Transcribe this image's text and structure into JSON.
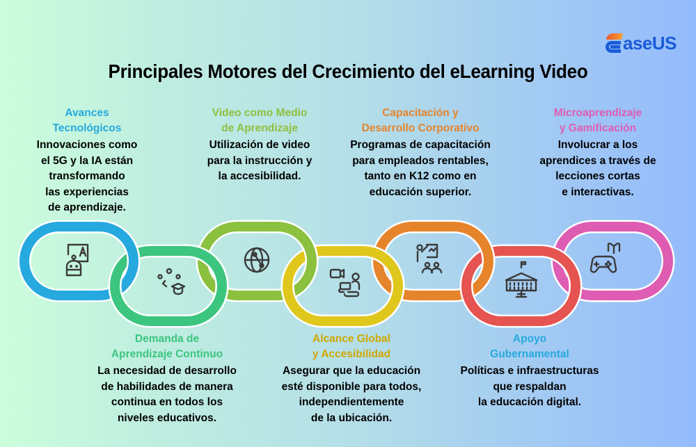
{
  "logo": {
    "text": "aseUS",
    "brand": "EaseUS"
  },
  "title": "Principales Motores del Crecimiento del eLearning Video",
  "colors": {
    "blue": "#26a9df",
    "green": "#3cc57f",
    "olive": "#8cc13f",
    "yellow": "#e0c71c",
    "orange": "#e6842b",
    "red": "#e55450",
    "pink": "#df5cb3",
    "icon_stroke": "#3a3a3a"
  },
  "drivers": [
    {
      "id": "avances",
      "position": "top",
      "color": "#26a9df",
      "icon": "ai-robot-teacher-icon",
      "heading": "Avances\nTecnológicos",
      "description": "Innovaciones como\nel 5G y la IA están\ntransformando\nlas experiencias\n de aprendizaje."
    },
    {
      "id": "demanda",
      "position": "bottom",
      "color": "#3cc57f",
      "icon": "graduation-network-icon",
      "heading": "Demanda de\nAprendizaje Continuo",
      "description": "La necesidad de desarrollo\nde habilidades de manera\ncontinua en todos los\nniveles educativos."
    },
    {
      "id": "video",
      "position": "top",
      "color": "#8cc13f",
      "icon": "globe-network-icon",
      "heading": "Video como Medio\nde Aprendizaje",
      "description": "Utilización de video\npara la instrucción y\nla accesibilidad."
    },
    {
      "id": "alcance",
      "position": "bottom",
      "color": "#e0c71c",
      "icon": "video-call-learner-icon",
      "heading": "Alcance Global\ny Accesibilidad",
      "description": "Asegurar que la educación\nesté disponible para todos,\nindependientemente\nde la ubicación."
    },
    {
      "id": "capacitacion",
      "position": "top",
      "color": "#e6842b",
      "icon": "presenter-audience-icon",
      "heading": "Capacitación y\nDesarrollo Corporativo",
      "description": "Programas de capacitación\npara empleados rentables,\ntanto en K12 como en\neducación superior."
    },
    {
      "id": "apoyo",
      "position": "bottom",
      "color": "#e55450",
      "icon": "government-building-icon",
      "heading": "Apoyo\nGubernamental",
      "description": "Políticas e infraestructuras\nque respaldan\nla educación digital."
    },
    {
      "id": "micro",
      "position": "top",
      "color": "#df5cb3",
      "icon": "gamepad-book-icon",
      "heading": "Microaprendizaje\ny Gamificación",
      "description": "Involucrar a los\naprendices a través de\nlecciones cortas\n e interactivas."
    }
  ]
}
